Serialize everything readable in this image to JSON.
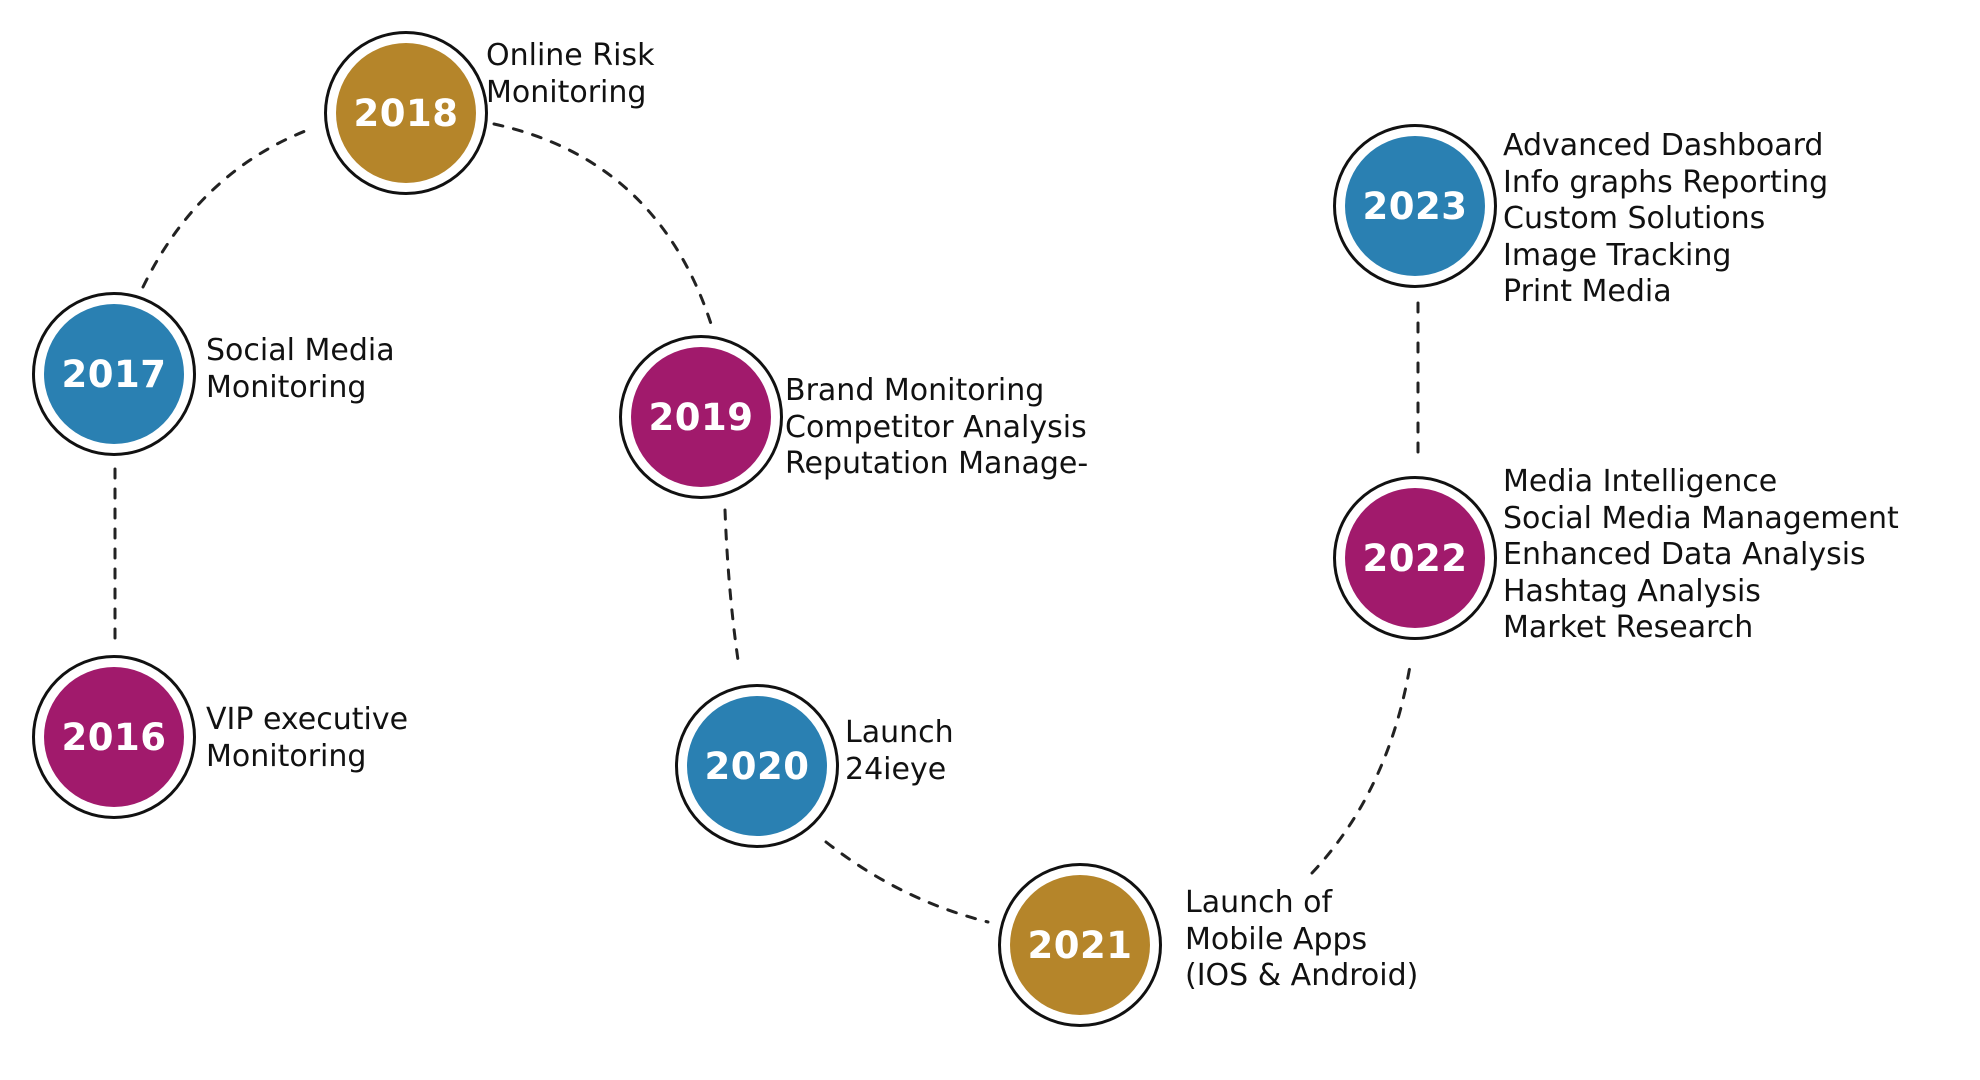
{
  "colors": {
    "gold": "#B5852A",
    "blue": "#2A80B2",
    "magenta": "#A11A6C",
    "outline": "#111111",
    "connector": "#222222"
  },
  "milestones": [
    {
      "year": "2016",
      "color": "magenta",
      "lines": [
        "VIP executive",
        "Monitoring"
      ]
    },
    {
      "year": "2017",
      "color": "blue",
      "lines": [
        "Social Media",
        "Monitoring"
      ]
    },
    {
      "year": "2018",
      "color": "gold",
      "lines": [
        "Online Risk",
        "Monitoring"
      ]
    },
    {
      "year": "2019",
      "color": "magenta",
      "lines": [
        "Brand Monitoring",
        "Competitor Analysis",
        "Reputation Manage-"
      ]
    },
    {
      "year": "2020",
      "color": "blue",
      "lines": [
        "Launch",
        "24ieye"
      ]
    },
    {
      "year": "2021",
      "color": "gold",
      "lines": [
        "Launch of",
        "Mobile Apps",
        "(IOS & Android)"
      ]
    },
    {
      "year": "2022",
      "color": "magenta",
      "lines": [
        "Media Intelligence",
        "Social Media Management",
        "Enhanced Data Analysis",
        "Hashtag Analysis",
        "Market Research"
      ]
    },
    {
      "year": "2023",
      "color": "blue",
      "lines": [
        "Advanced Dashboard",
        "Info graphs Reporting",
        "Custom Solutions",
        "Image Tracking",
        "Print Media"
      ]
    }
  ]
}
